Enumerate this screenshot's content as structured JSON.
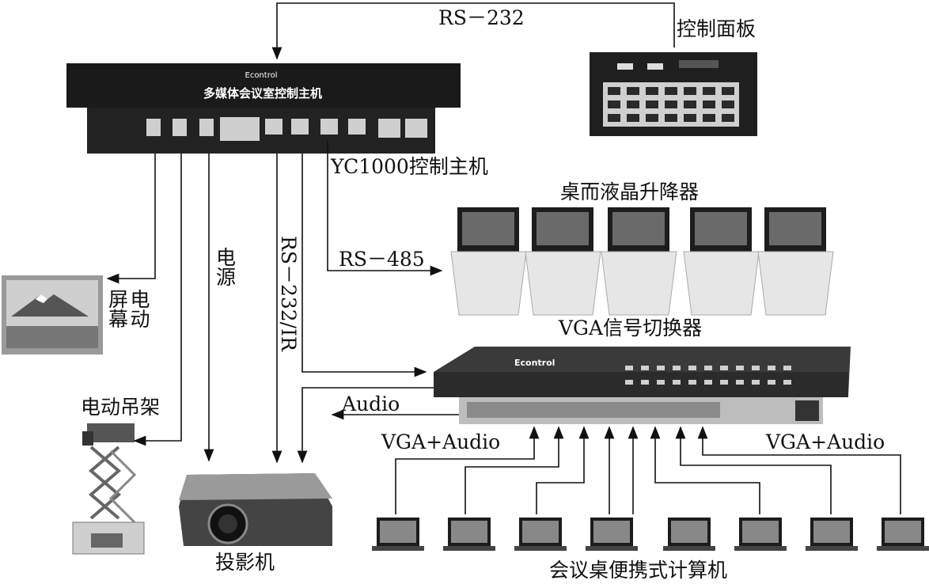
{
  "labels": {
    "rs232_top": "RS－232",
    "control_panel": "控制面板",
    "controller_brand": "Econtrol",
    "controller_title": "多媒体会议室控制主机",
    "controller_model": "YC1000控制主机",
    "lifter": "桌而液晶升降器",
    "rs485": "RS－485",
    "screen": "电动屏幕",
    "power": "电源",
    "rs232_ir": "RS－232/IR",
    "vga_switcher": "VGA信号切换器",
    "switcher_brand": "Econtrol",
    "audio": "Audio",
    "vga_audio_left": "VGA+Audio",
    "vga_audio_right": "VGA+Audio",
    "hanger": "电动吊架",
    "projector": "投影机",
    "laptops": "会议桌便携式计算机"
  },
  "colors": {
    "line": "#111111",
    "device": "#1e1e1e",
    "device_light": "#d8d8d8"
  }
}
